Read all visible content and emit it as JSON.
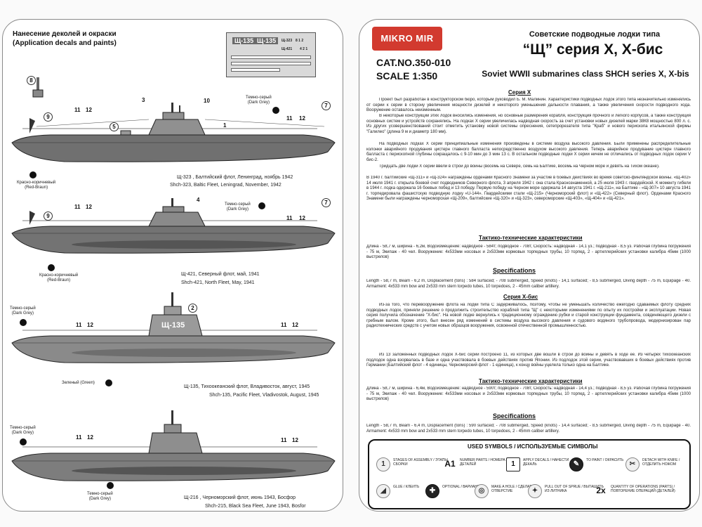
{
  "left": {
    "title_ru": "Нанесение деколей и окраски",
    "title_en": "(Application decals and paints)",
    "decal_sheet": {
      "labels": [
        "Щ-135",
        "Щ-135",
        "Щ-323",
        "8 1 2",
        "4 2 1",
        "Щ-421"
      ]
    },
    "labels": {
      "dark_grey_ru": "Темно-серый",
      "dark_grey_en": "(Dark Grey)",
      "red_brown_ru": "Красно-коричневый",
      "red_brown_en": "(Red-Braun)",
      "green": "Зеленый (Green)"
    },
    "sub1": {
      "hull": "Щ-323",
      "cap_ru": "Щ-323 , Балтийский флот, Ленинград, ноябрь 1942",
      "cap_en": "Shch-323, Baltic Fleet, Leningrad, November, 1942",
      "numbers": [
        "8",
        "9",
        "11",
        "12",
        "5",
        "3",
        "10",
        "1",
        "11",
        "12",
        "7"
      ]
    },
    "sub2": {
      "hull": "Щ-421",
      "cap_ru": "Щ-421, Северный флот, май, 1941",
      "cap_en": "Shch-421, North Fleet, May, 1941",
      "numbers": [
        "9",
        "11",
        "12",
        "4",
        "11",
        "12",
        "7"
      ]
    },
    "sub3": {
      "hull": "Щ-135",
      "cap_ru": "Щ-135, Тихоокеанский флот, Владивосток, август, 1945",
      "cap_en": "Shch-135, Pacific Fleet, Vladivostok, August, 1945",
      "numbers": [
        "11",
        "12",
        "2",
        "11",
        "12"
      ]
    },
    "sub4": {
      "cap_ru": "Щ-216 , Черноморский флот, июнь 1943, Босфор",
      "cap_en": "Shch-215, Black Sea Fleet, June 1943, Bosfor",
      "numbers": [
        "11",
        "12",
        "11",
        "12"
      ]
    }
  },
  "right": {
    "logo": "MIKRO MIR",
    "cat": "CAT.NO.350-010",
    "scale": "SCALE 1:350",
    "title_ru1": "Советские подводные лодки типа",
    "title_ru2": "“Щ” серия Х, Х-бис",
    "title_en": "Soviet WWII submarines class SHCH series X, X-bis",
    "series_x": "Серия Х",
    "p1": "Проект был разработан в конструкторском бюро, которым руководил Б. М. Малинин. Характеристики подводных лодок этого типа незначительно изменялись от серии к серии в сторону увеличения мощности дизелей и некоторого уменьшения дальности плавания, а также увеличения скорости подводного хода. Вооружение оставалось неизменным.",
    "p2": "В некоторые конструкции этих лодок вносились изменения, но основные размерения корабля, конструкция прочного и легкого корпусов, а также конструкция основных систем и устройств сохранялись. На лодках Х серии увеличилась надводная скорость за счет установки новых дизелей марки 38К8 мощностью 800 л. с. Из других усовершенствований стоит отметить установку новой системы опреснения, сетепрорезателя типа \"Краб\" и нового перископа итальянской фирмы \"Галилео\" (длина 9 м и диаметр 180 мм).",
    "p3": "На подводных лодках Х серии принципиальные изменения произведены в системе воздуха высокого давления. Были применены распределительные колонки аварийного продувания цистерн главного балласта непосредственно воздухом высокого давления. Теперь аварийное продувание цистерн главного балласта с перископной глубины сокращалось с 9-10 мин до 3 мин 13 с. В остальном подводные лодки Х серии ничем не отличались от подводных лодок серии V бис-2.",
    "p4": "Тридцать две лодки Х серии ввели в строй до войны (восемь на Севере, семь на Балтике, восемь на Черном море и девять на Тихом океане).",
    "p5": "В 1940 г. балтийские «Щ-311» и «Щ-324» награждены орденами Красного Знамени за участие в боевых действиях во время советско-финляндской войны. «Щ-402» 14 июля 1941 г. открыла боевой счет подводников Северного флота, 3 апреля 1942 г. она стала Краснознаменной, а 25 июля 1943 г. гвардейской. К моменту гибели в 1944 г. лодка одержала 16 боевых побед и 13 победу. Первую победу на Черном море одержала 14 августа 1941 г. «Щ-211», на Балтике - «Щ-307» 10 августа 1941 г. торпедировала фашистскую подводную лодку «U-144». Гвардейскими стали «Щ-215» (Черноморский флот) и «Щ-422» (Северный флот). Орденами Красного Знамени были награждены черноморская «Щ-209», балтийские «Щ-320» и «Щ-323», североморские «Щ-403», «Щ-404» и «Щ-421».",
    "tth1": "Тактико-технические характеристики",
    "tth1_text": "Длина - 58,7 м, ширина - 6,2м, Водоизмещение: надводное - 584т; подводное - 708т, Скорость: надводная - 14,1 уз.; подводная - 8,5 уз. Рабочая глубина погружения - 75 м, Экипаж - 40 чел. Вооружение: 4х533мм носовых и 2х533мм кормовых торпедных трубы, 10 торпед, 2 - артиллерийских установки калибра 45мм (1000 выстрелов)",
    "spec1": "Specifications",
    "spec1_text": "Length - 58,7 m, Beam - 6,2 m, Displacement (tons) : 584 surfaced; - 708 submerged, Speed (knots) - 14,1 surfaced; - 8,5 submerged, Diving depth - 75 m, Equipage - 40. Armament: 4x533 mm bow and 2x533 mm stern torpedo tubes, 10 torpedoes, 2 - 45mm caliber artillery.",
    "series_xbis": "Серия Х-бис",
    "p6": "Из-за того, что перевооружение флота на лодки типа С задерживалось, поэтому, чтобы не уменьшать количество ежегодно сдаваемых флоту средних подводных лодок, приняли решение о продолжить строительство кораблей типа \"Щ\" с некоторыми изменениями по опыту их постройки и эксплуатации. Новая серия получила обозначение \"Х-бис\". На новой лодке вернулись к традиционному ограждению рубки и старой конструкции фундамента, совдиняющего дизели с гребным валом. Кроме этого, был внесен ряд изменений в системы воздуха высокого давления и судового водяного трубопровода, модернизирован пар радиотехнических средств с учетом новых образцов вооружения, освоенной отечественной промышленностью.",
    "p7": "Из 13 заложенных подводных лодок Х-бис серии построено 11, из которых две вошли в строй до войны и девять в ходе ее. Из четырех тихоокеанских подлодок одна взорвалась в базе и одна участвовала в боевых действиях против Японии. Из подлодок этой серии, участвовавших в боевых действиях против Германии (Балтийский флот - 4 единицы, Черноморский флот - 1 единица), к концу войны уцелела только одна на Балтике.",
    "tth2": "Тактико-технические характеристики",
    "tth2_text": "Длина - 58,7 м, ширина - 6,4м, Водоизмещение: надводное - 590т; подводное - 708т, Скорость: надводная - 14,4 уз.; подводная - 8,5 уз. Рабочая глубина погружения - 75 м, Экипаж - 40 чел. Вооружение: 4х533мм носовых и 2х533мм кормовых торпедных трубы, 10 торпед, 2 - артиллерийских установки калибра 45мм (1000 выстрелов)",
    "spec2": "Specifications",
    "spec2_text": "Length - 58,7 m, Beam - 6,4 m, Displacement (tons) : 590 surfaced; - 708 submerged, Speed (knots) - 14,4 surfaced; - 8,5 submerged, Diving depth - 75 m, Equipage - 40. Armament: 4x533 mm bow and 2x533 mm stern torpedo tubes, 10 torpedoes, 2 - 45mm caliber artillery.",
    "symbols": {
      "title": "USED SYMBOLS / ИСПОЛЬЗУЕМЫЕ СИМВОЛЫ",
      "items": [
        {
          "icon": "1",
          "text": "STAGES OF ASSEMBLY / ЭТАПЫ СБОРКИ"
        },
        {
          "icon": "A1",
          "text": "NUMBER PARTS / НОМЕРА ДЕТАЛЕЙ"
        },
        {
          "icon": "1",
          "text": "APPLY DECALS / НАНЕСТИ ДЕКАЛЬ"
        },
        {
          "icon": "✎",
          "text": "TO PAINT / ОКРАСИТЬ"
        },
        {
          "icon": "✂",
          "text": "DETACH WITH KNIFE / ОТДЕЛИТЬ НОЖОМ"
        },
        {
          "icon": "◢",
          "text": "GLUE / КЛЕИТЬ"
        },
        {
          "icon": "✚",
          "text": "OPTIONAL / ВАРИАНТЫ"
        },
        {
          "icon": "◎",
          "text": "MAKE A HOLE / СДЕЛАТЬ ОТВЕРСТИЕ"
        },
        {
          "icon": "✦",
          "text": "PULL OUT OF SPRUE / ВЫТАЩИТЬ ИЗ ЛИТНИКА"
        },
        {
          "icon": "2x",
          "text": "QUANTITY OF OPERATIONS (PARTS) / ПОВТОРЕНИЕ ОПЕРАЦИЙ (ДЕТАЛЕЙ)"
        }
      ]
    }
  }
}
